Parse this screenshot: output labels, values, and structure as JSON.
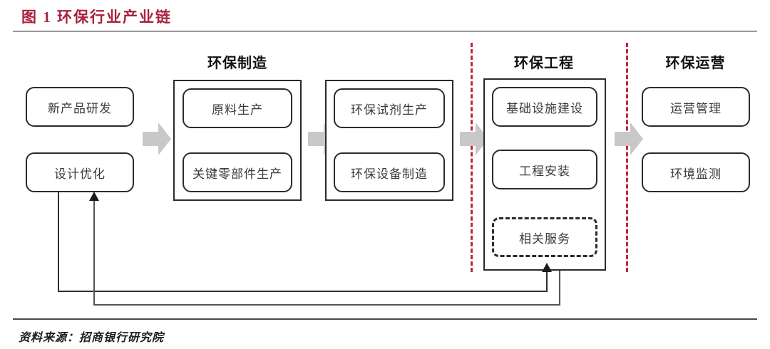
{
  "figure": {
    "title": "图 1  环保行业产业链",
    "source": "资料来源：招商银行研究院",
    "title_color": "#a8223f",
    "separator_color": "#c02833",
    "arrow_color": "#c8c8c8"
  },
  "stages": [
    {
      "key": "rd",
      "label": "",
      "nodes": [
        {
          "label": "新产品研发",
          "style": "solid"
        },
        {
          "label": "设计优化",
          "style": "solid"
        }
      ]
    },
    {
      "key": "manufacturing",
      "label": "环保制造",
      "nodes": [
        {
          "label": "原料生产",
          "style": "solid"
        },
        {
          "label": "关键零部件生产",
          "style": "solid"
        }
      ]
    },
    {
      "key": "manufacturing2",
      "label": "",
      "nodes": [
        {
          "label": "环保试剂生产",
          "style": "solid"
        },
        {
          "label": "环保设备制造",
          "style": "solid"
        }
      ]
    },
    {
      "key": "engineering",
      "label": "环保工程",
      "nodes": [
        {
          "label": "基础设施建设",
          "style": "solid"
        },
        {
          "label": "工程安装",
          "style": "solid"
        },
        {
          "label": "相关服务",
          "style": "dashed"
        }
      ]
    },
    {
      "key": "operation",
      "label": "环保运营",
      "nodes": [
        {
          "label": "运营管理",
          "style": "solid"
        },
        {
          "label": "环境监测",
          "style": "solid"
        }
      ]
    }
  ],
  "flow_arrows": [
    {
      "from": "rd",
      "to": "manufacturing"
    },
    {
      "from": "manufacturing",
      "to": "manufacturing2"
    },
    {
      "from": "manufacturing2",
      "to": "engineering"
    },
    {
      "from": "engineering",
      "to": "operation"
    }
  ],
  "separators": [
    {
      "after": "manufacturing2"
    },
    {
      "after": "engineering"
    }
  ],
  "feedback_links": [
    {
      "from": "engineering",
      "to": "rd",
      "direction": "up"
    },
    {
      "from": "rd",
      "to": "engineering",
      "direction": "up"
    }
  ]
}
